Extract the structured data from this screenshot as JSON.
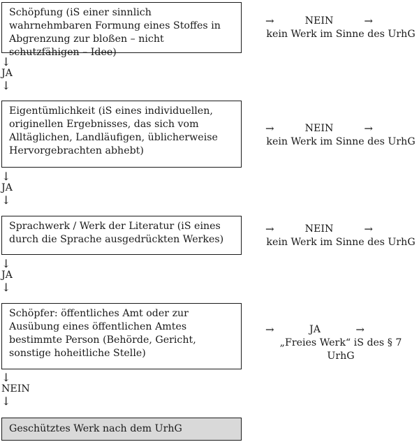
{
  "steps": [
    {
      "text": "Schöpfung (iS einer sinnlich wahrnehmbaren Formung eines Stoffes in Abgrenzung zur bloßen – nicht schutzfähigen – Idee)",
      "result_label": "NEIN",
      "result_text": "kein Werk im Sinne des UrhG",
      "next_label": "JA"
    },
    {
      "text": "Eigentümlichkeit (iS eines individuellen, originellen Ergebnisses, das sich vom Alltäglichen, Landläufigen, üblicherweise Hervorgebrachten abhebt)",
      "result_label": "NEIN",
      "result_text": "kein Werk im Sinne des UrhG",
      "next_label": "JA"
    },
    {
      "text": "Sprachwerk / Werk der Literatur (iS eines durch die Sprache ausgedrückten Werkes)",
      "result_label": "NEIN",
      "result_text": "kein Werk im Sinne des UrhG",
      "next_label": "JA"
    },
    {
      "text": "Schöpfer: öffentliches Amt oder zur Ausübung eines öffentlichen Amtes bestimmte Person (Behörde, Gericht, sonstige hoheitliche Stelle)",
      "result_label": "JA",
      "result_text": "„Freies Werk“ iS des § 7 UrhG",
      "next_label": "NEIN"
    }
  ],
  "final": {
    "text": "Geschütztes Werk nach dem UrhG"
  },
  "glyphs": {
    "right_arrow": "→",
    "down_arrow": "↓"
  }
}
